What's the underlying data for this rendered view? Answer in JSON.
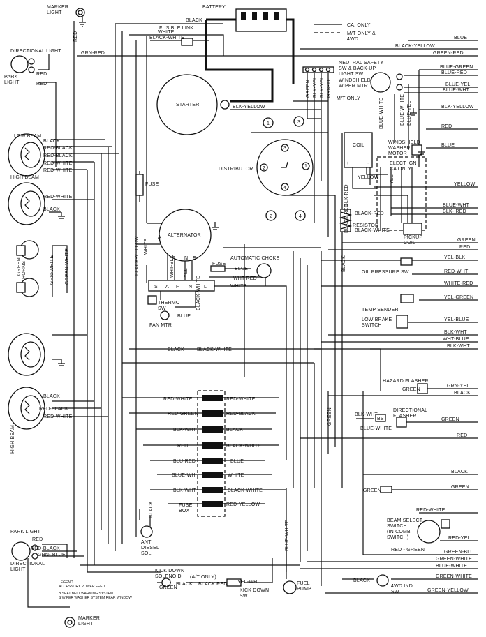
{
  "components": {
    "marker_light_top": "MARKER\nLIGHT",
    "battery": "BATTERY",
    "ca_only_legend": "CA. ONLY",
    "mt_4wd_legend": "M/T ONLY &\n4WD",
    "directional_light_top": "DIRECTIONAL LIGHT",
    "park_light_top": "PARK\nLIGHT",
    "fusible_link": "FUSIBLE LINK",
    "neutral_safety": "NEUTRAL SAFETY\nSW & BACK-UP\nLIGHT SW",
    "windshield_wiper": "WINDSHIELD\nWIPER MTR",
    "starter": "STARTER",
    "mt_only": "M/T ONLY",
    "low_beam": "LOW BEAM",
    "high_beam_top": "HIGH BEAM",
    "coil": "COIL",
    "windshield_washer": "WINDSHIELD\nWASHER\nMOTOR",
    "elect_ign": "ELECT IGN\nCA ONLY",
    "distributor": "DISTRIBUTOR",
    "fuse_mid": "FUSE",
    "resistor": "RESISTOR",
    "pickup_coil": "PICKUP\nCOIL",
    "alternator": "ALTERNATOR",
    "horns": "HORNS",
    "automatic_choke": "AUTOMATIC CHOKE",
    "fuse_choke": "FUSE",
    "oil_pressure": "OIL PRESSURE SW",
    "thermo_sw": "THERMO\nSW",
    "fan_mtr": "FAN MTR",
    "temp_sender": "TEMP SENDER",
    "low_brake": "LOW BRAKE\nSWITCH",
    "hazard_flasher": "HAZARD FLASHER",
    "high_beam_bottom": "HIGH BEAM",
    "directional_flasher": "DIRECTIONAL\nFLASHER",
    "fuse_box": "FUSE\nBOX",
    "beam_select": "BEAM SELECT\nSWITCH\n(IN COMB\nSWITCH)",
    "anti_diesel": "ANTI\nDIESEL\nSOL.",
    "park_light_bottom": "PARK LIGHT",
    "directional_light_bottom": "DIRECTIONAL\nLIGHT",
    "legend": "LEGEND\nACCESSORY POWER FEED",
    "legend_b": "B  SEAT BELT WARNING SYSTEM",
    "legend_s": "S  WIPER WASHER SYSTEM  REAR WINDOW",
    "kick_down_sol": "KICK DOWN\nSOLENOID",
    "at_only": "(A/T ONLY)",
    "kick_down_sw": "KICK DOWN\nSW.",
    "fuel_pump": "FUEL\nPUMP",
    "fourwd_ind": "4WD IND\nSW",
    "marker_light_bottom": "MARKER\nLIGHT"
  },
  "terminals": {
    "alt_a": "A",
    "alt_f": "F",
    "alt_n": "N",
    "alt_e": "E",
    "reg_s": "S",
    "reg_a": "A",
    "reg_f": "F",
    "reg_n": "N",
    "reg_l": "L",
    "dist_1": "1",
    "dist_2": "2",
    "dist_3": "3",
    "dist_4": "4",
    "cyl_1": "1",
    "cyl_2": "2",
    "cyl_3": "3",
    "cyl_4": "4",
    "bs": "BS",
    "plus": "+",
    "minus": "-"
  },
  "wire_colors_right": [
    "BLUE",
    "BLACK-YELLOW",
    "GREEN-RED",
    "BLUE-GREEN",
    "BLUE-RED",
    "BLUE-YEL",
    "BLUE-WHT",
    "BLK-YELLOW",
    "RED",
    "BLUE",
    "YELLOW",
    "BLUE-WHT",
    "BLK- RED",
    "GREEN",
    "RED",
    "YEL-BLK",
    "RED-WHT",
    "WHITE-RED",
    "YEL-GREEN",
    "YEL-BLUE",
    "BLK-WHT",
    "WHT-BLUE",
    "BLK-WHT",
    "GRN-YEL",
    "BLACK",
    "GREEN",
    "RED",
    "BLACK",
    "GREEN",
    "RED-WHITE",
    "RED-YEL",
    "GREEN-BLU",
    "GREEN-WHITE",
    "BLUE-WHITE",
    "GREEN-WHITE",
    "GREEN-YELLOW"
  ],
  "wire_labels": {
    "grn_red": "GRN-RED",
    "red_a": "RED",
    "red_b": "RED",
    "red_park": "RED",
    "black_lb": "BLACK",
    "red_black_lb": "RED-BLACK",
    "red_black_lb2": "RED-BLACK",
    "red_white_lb": "RED-WHITE",
    "red_white_lb2": "RED-WHITE",
    "red_white_hb": "RED-WHITE",
    "black_hb": "BLACK",
    "green_h": "GREEN",
    "grn_white_h": "GRN-WHITE",
    "green_white_h": "GREEN-WHITE",
    "black_hb2": "BLACK",
    "red_black_hb2": "RED-BLACK",
    "red_white_hb2": "RED-WHITE",
    "red_pl": "RED",
    "red_black_pl": "RED-BLACK",
    "grn_blue_pl": "GRN- BLUE",
    "white_top": "WHITE",
    "black_white_top": "BLACK-WHITE",
    "black_top": "BLACK",
    "blk_yellow_starter": "BLK-YELLOW",
    "red_marker": "RED",
    "green_ns": "GREEN",
    "blk_yel_ns": "BLK-YEL",
    "blk_yel_ns2": "BLK-YEL",
    "grn_yel_ns": "GRN-YEL",
    "blue_white_wiper": "BLUE-WHITE",
    "blue_white_wiper2": "BLUE-WHITE",
    "blue_yel_wiper": "BLUE-YEL",
    "yellow_coil": "YELLOW",
    "yel_coil2": "YEL",
    "blk_red_coil": "BLK-RED",
    "black_red_res": "BLACK-RED",
    "black_white_res": "BLACK-WHITE",
    "white_alt": "WHITE",
    "black_yellow_alt": "BLACK-YELLOW",
    "wht_blk": "WHT-BLK",
    "yel": "YEL",
    "blue_choke": "BLUE",
    "wht_red": "WHT RED",
    "white_choke": "WHITE",
    "black_white_th": "BLACK-WHITE",
    "blue_th": "BLUE",
    "black_box": "BLACK",
    "black_white_box": "BLACK-WHITE",
    "fb_l1": "RED-WHITE",
    "fb_r1": "RED-WHITE",
    "fb_l2": "RED-GREEN",
    "fb_r2": "RED-BLACK",
    "fb_l3": "BLK-WHT",
    "fb_r3": "BLACK",
    "fb_l4": "RED",
    "fb_r4": "BLACK-WHITE",
    "fb_l5": "BLU-RED",
    "fb_r5": "BLUE",
    "fb_l6": "BLUE-WH",
    "fb_r6": "WHITE",
    "fb_l7": "BLK-WHT",
    "fb_r7": "BLACK-WHITE",
    "fb_r8": "RED-YELLOW",
    "black_ad": "BLACK",
    "blk_wht_df": "BLK-WHT",
    "blue_white_df": "BLUE-WHITE",
    "green_hz": "GREEN",
    "green_mid": "GREEN",
    "green_vert": "GREEN",
    "black_vert": "BLACK",
    "blue_white_vert": "BLUE-WHITE",
    "black_red_vert": "BLACK-RED",
    "green_kd": "GREEN",
    "black_kd": "BLACK",
    "black_red_kd": "BLACK RED",
    "yel_wh_kd": "YEL-WH",
    "black_4wd": "BLACK",
    "red_green_bs": "RED - GREEN"
  }
}
